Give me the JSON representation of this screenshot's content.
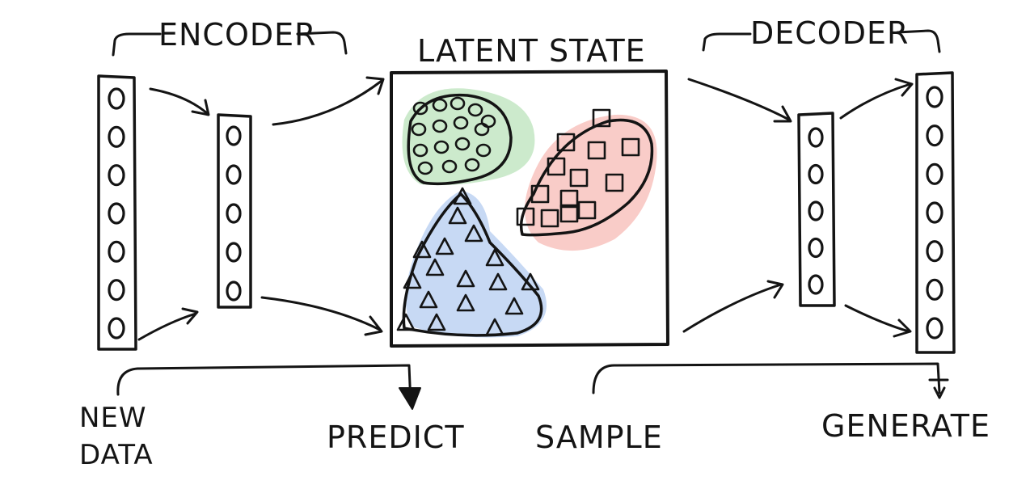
{
  "labels": {
    "encoder": "ENCODER",
    "latent_state": "LATENT STATE",
    "decoder": "DECODER",
    "new_data_line1": "NEW",
    "new_data_line2": "DATA",
    "predict": "PREDICT",
    "sample": "SAMPLE",
    "generate": "GENERATE"
  },
  "layers": {
    "encoder_input_nodes": 7,
    "encoder_hidden_nodes": 5,
    "decoder_hidden_nodes": 5,
    "decoder_output_nodes": 7
  },
  "clusters": [
    {
      "name": "green-cluster",
      "marker": "circle",
      "color": "#8fd18f"
    },
    {
      "name": "red-cluster",
      "marker": "square",
      "color": "#f28d86"
    },
    {
      "name": "blue-cluster",
      "marker": "triangle",
      "color": "#8fb4ea"
    }
  ]
}
